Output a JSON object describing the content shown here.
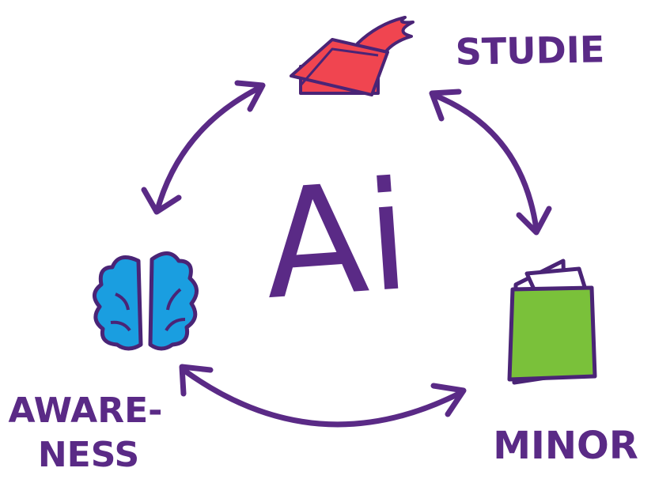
{
  "center_label": "Ai",
  "nodes": {
    "studie": {
      "label": "STUDIE",
      "icon": "graduation-cap-icon",
      "color": "#f04550"
    },
    "minor": {
      "label": "MINOR",
      "icon": "book-icon",
      "color": "#7ac13a"
    },
    "awareness": {
      "label_line1": "AWARE-",
      "label_line2": "NESS",
      "icon": "brain-icon",
      "color": "#1a9ee0"
    }
  },
  "colors": {
    "ink": "#5a2a86",
    "outline": "#4a2476"
  }
}
